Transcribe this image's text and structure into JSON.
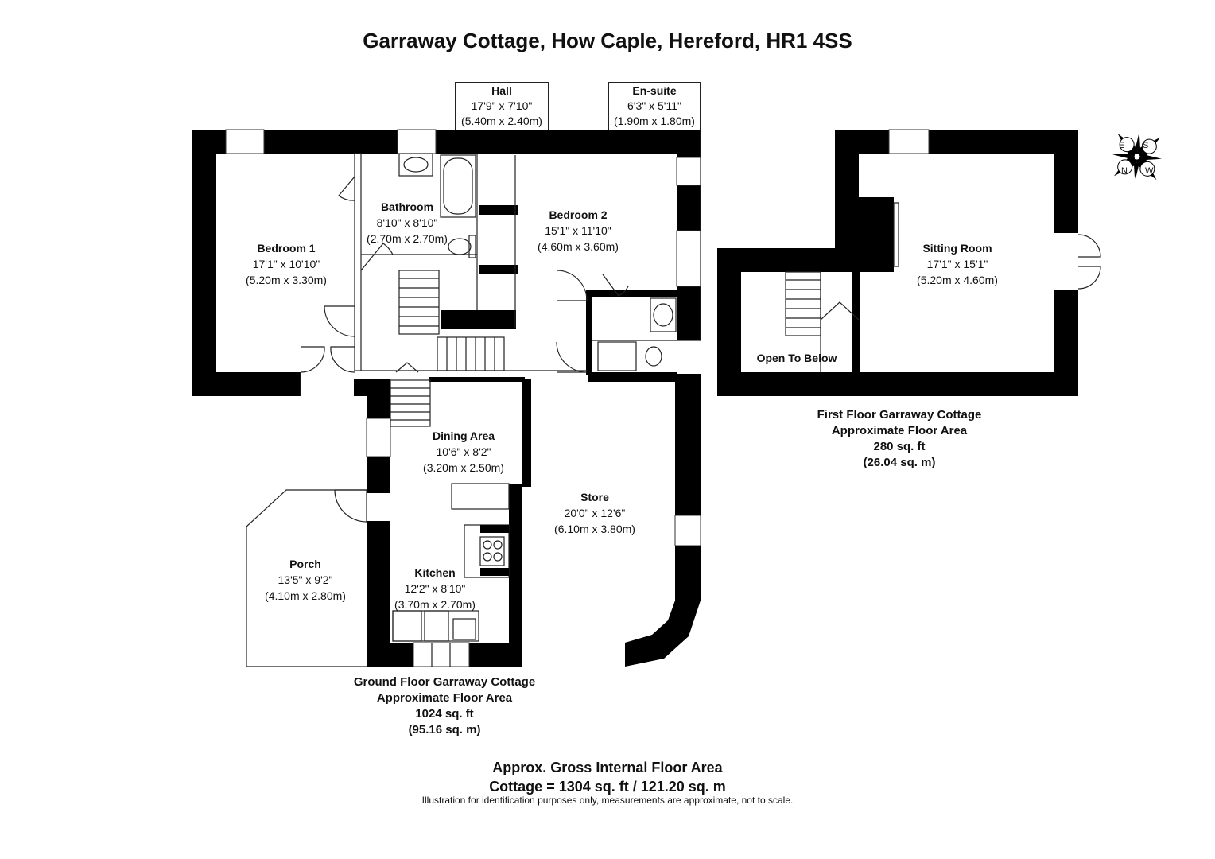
{
  "title": "Garraway Cottage, How Caple, Hereford, HR1 4SS",
  "rooms": {
    "hall": {
      "name": "Hall",
      "imperial": "17'9\" x 7'10\"",
      "metric": "(5.40m x 2.40m)"
    },
    "ensuite": {
      "name": "En-suite",
      "imperial": "6'3\" x 5'11\"",
      "metric": "(1.90m x 1.80m)"
    },
    "bedroom1": {
      "name": "Bedroom 1",
      "imperial": "17'1\" x 10'10\"",
      "metric": "(5.20m x 3.30m)"
    },
    "bathroom": {
      "name": "Bathroom",
      "imperial": "8'10\" x 8'10\"",
      "metric": "(2.70m x 2.70m)"
    },
    "bedroom2": {
      "name": "Bedroom 2",
      "imperial": "15'1\" x 11'10\"",
      "metric": "(4.60m x 3.60m)"
    },
    "dining": {
      "name": "Dining Area",
      "imperial": "10'6\" x 8'2\"",
      "metric": "(3.20m x 2.50m)"
    },
    "store": {
      "name": "Store",
      "imperial": "20'0\" x 12'6\"",
      "metric": "(6.10m x 3.80m)"
    },
    "porch": {
      "name": "Porch",
      "imperial": "13'5\" x 9'2\"",
      "metric": "(4.10m x 2.80m)"
    },
    "kitchen": {
      "name": "Kitchen",
      "imperial": "12'2\" x 8'10\"",
      "metric": "(3.70m x 2.70m)"
    },
    "sitting": {
      "name": "Sitting Room",
      "imperial": "17'1\" x 15'1\"",
      "metric": "(5.20m x 4.60m)"
    },
    "open_below": {
      "name": "Open To Below"
    }
  },
  "ground_floor": {
    "line1": "Ground Floor Garraway Cottage",
    "line2": "Approximate Floor Area",
    "line3": "1024 sq. ft",
    "line4": "(95.16 sq. m)"
  },
  "first_floor": {
    "line1": "First Floor Garraway Cottage",
    "line2": "Approximate Floor Area",
    "line3": "280 sq. ft",
    "line4": "(26.04 sq. m)"
  },
  "gross": {
    "line1": "Approx. Gross Internal Floor Area",
    "line2": "Cottage = 1304 sq. ft / 121.20 sq. m"
  },
  "disclaimer": "Illustration for identification purposes only, measurements are approximate, not to scale.",
  "compass": {
    "n": "N",
    "s": "S",
    "e": "E",
    "w": "W"
  },
  "colors": {
    "wall": "#000000",
    "line": "#222222",
    "background": "#ffffff"
  }
}
